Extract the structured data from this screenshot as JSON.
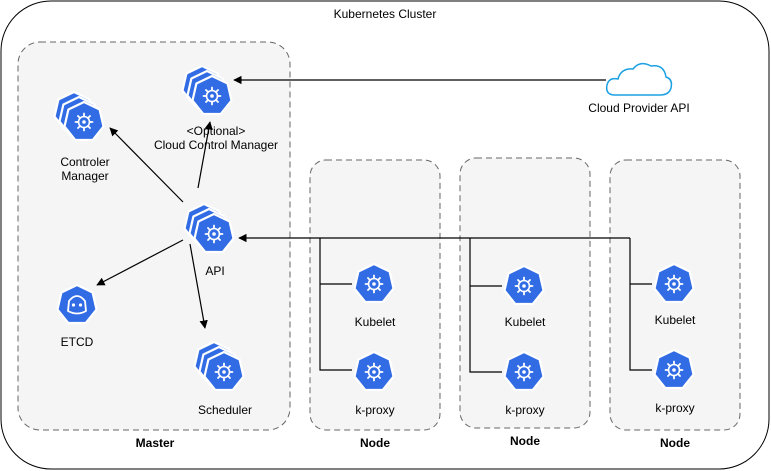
{
  "cluster": {
    "title": "Kubernetes Cluster"
  },
  "master": {
    "label": "Master",
    "components": {
      "ccm_optional": "<Optional>",
      "ccm_name": "Cloud Control Manager",
      "controller_line1": "Controler",
      "controller_line2": "Manager",
      "api": "API",
      "etcd": "ETCD",
      "scheduler": "Scheduler"
    }
  },
  "cloud": {
    "label": "Cloud Provider API"
  },
  "nodes": [
    {
      "label": "Node",
      "kubelet": "Kubelet",
      "kproxy": "k-proxy"
    },
    {
      "label": "Node",
      "kubelet": "Kubelet",
      "kproxy": "k-proxy"
    },
    {
      "label": "Node",
      "kubelet": "Kubelet",
      "kproxy": "k-proxy"
    }
  ],
  "colors": {
    "k8s_blue": "#326CE5",
    "group_fill": "#F5F5F5",
    "group_border": "#666666",
    "cloud_stroke": "#1BA1E2"
  },
  "icons": {
    "component": "k8s-gear-heptagon-icon",
    "etcd": "k8s-etcd-heptagon-icon",
    "cloud": "cloud-icon"
  }
}
